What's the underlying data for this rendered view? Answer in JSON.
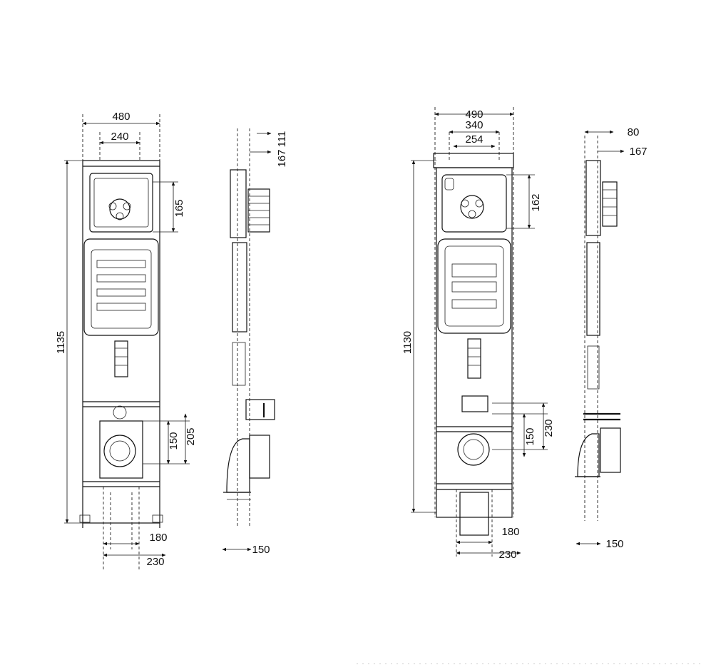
{
  "left_front": {
    "width_outer": "480",
    "width_inner": "240",
    "height_total": "1135",
    "top_window_h": "165",
    "bottom_window_h": "150",
    "bottom_window_h2": "205",
    "foot_w1": "180",
    "foot_w2": "230"
  },
  "left_side": {
    "top_dim1": "111",
    "top_dim2": "167",
    "bottom_depth": "150"
  },
  "right_front": {
    "width_outer": "490",
    "width_mid": "340",
    "width_inner": "254",
    "height_total": "1130",
    "top_window_h": "162",
    "bottom_window_h": "150",
    "bottom_window_h2": "230",
    "foot_w1": "180",
    "foot_w2": "230"
  },
  "right_side": {
    "top_dim1": "80",
    "top_dim2": "167",
    "bottom_depth": "150"
  }
}
